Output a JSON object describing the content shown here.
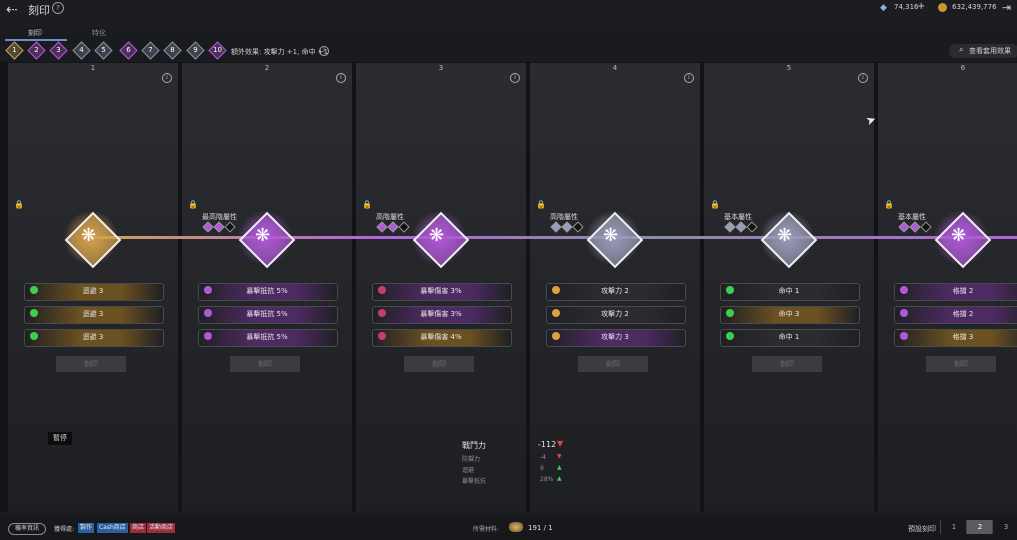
{
  "header": {
    "title": "刻印",
    "help": "?",
    "back_glyph": "⇠",
    "gems": "74,316",
    "gem_add": "+",
    "gold": "632,439,776",
    "exit_glyph": "⇥"
  },
  "tabs": [
    {
      "label": "刻印",
      "active": true
    },
    {
      "label": "特化",
      "active": false
    }
  ],
  "levels": [
    {
      "label": "1",
      "color": "#c9a35a"
    },
    {
      "label": "2",
      "color": "#b05ad6"
    },
    {
      "label": "3",
      "color": "#b05ad6"
    },
    {
      "label": "4",
      "color": "#8c90a6"
    },
    {
      "label": "5",
      "color": "#8c90a6"
    },
    {
      "label": "6",
      "color": "#b05ad6"
    },
    {
      "label": "7",
      "color": "#8c90a6"
    },
    {
      "label": "8",
      "color": "#8c90a6"
    },
    {
      "label": "9",
      "color": "#8c90a6"
    },
    {
      "label": "10",
      "color": "#b05ad6"
    }
  ],
  "bonus": "額外效果: 攻擊力 +1, 命中 +1",
  "set_view": "查看套用效果",
  "panels": [
    {
      "num": "1",
      "grade": "",
      "gem_color": "#d4a24c",
      "slots": [
        {
          "text": "迴避 3",
          "color": "#6b5020",
          "mark": "#3fcf4e"
        },
        {
          "text": "迴避 3",
          "color": "#6b5020",
          "mark": "#3fcf4e"
        },
        {
          "text": "迴避 3",
          "color": "#6b5020",
          "mark": "#3fcf4e"
        }
      ]
    },
    {
      "num": "2",
      "grade": "最高階屬性",
      "gem_color": "#b05ad6",
      "slots": [
        {
          "text": "暴擊抵抗 5%",
          "color": "#4e2a63",
          "mark": "#b05ad6"
        },
        {
          "text": "暴擊抵抗 5%",
          "color": "#4e2a63",
          "mark": "#b05ad6"
        },
        {
          "text": "暴擊抵抗 5%",
          "color": "#4e2a63",
          "mark": "#b05ad6"
        }
      ]
    },
    {
      "num": "3",
      "grade": "高階屬性",
      "gem_color": "#b05ad6",
      "slots": [
        {
          "text": "暴擊傷害 3%",
          "color": "#4e2a63",
          "mark": "#c04070"
        },
        {
          "text": "暴擊傷害 3%",
          "color": "#4e2a63",
          "mark": "#c04070"
        },
        {
          "text": "暴擊傷害 4%",
          "color": "#6b5020",
          "mark": "#c04070"
        }
      ]
    },
    {
      "num": "4",
      "grade": "高階屬性",
      "gem_color": "#9a9cb8",
      "slots": [
        {
          "text": "攻擊力 2",
          "color": "#2b2c30",
          "mark": "#e0a040"
        },
        {
          "text": "攻擊力 2",
          "color": "#2b2c30",
          "mark": "#e0a040"
        },
        {
          "text": "攻擊力 3",
          "color": "#4e2a63",
          "mark": "#e0a040"
        }
      ]
    },
    {
      "num": "5",
      "grade": "基本屬性",
      "gem_color": "#9a9cb8",
      "slots": [
        {
          "text": "命中 1",
          "color": "#2b2c30",
          "mark": "#3fcf4e"
        },
        {
          "text": "命中 3",
          "color": "#6b5020",
          "mark": "#3fcf4e"
        },
        {
          "text": "命中 1",
          "color": "#2b2c30",
          "mark": "#3fcf4e"
        }
      ]
    },
    {
      "num": "6",
      "grade": "基本屬性",
      "gem_color": "#b05ad6",
      "slots": [
        {
          "text": "格擋 2",
          "color": "#4e2a63",
          "mark": "#b05ad6"
        },
        {
          "text": "格擋 2",
          "color": "#4e2a63",
          "mark": "#b05ad6"
        },
        {
          "text": "格擋 3",
          "color": "#6b5020",
          "mark": "#b05ad6"
        }
      ]
    }
  ],
  "engrave_button": "刻印",
  "pause": "暫停",
  "stats": {
    "cp_label": "戰鬥力",
    "cp_value": "-112",
    "rows": [
      {
        "name": "防禦力",
        "value": "-4"
      },
      {
        "name": "迴避",
        "value": "9"
      },
      {
        "name": "暴擊抵抗",
        "value": "28%"
      }
    ]
  },
  "footer": {
    "probability": "機率資訊",
    "obtain": "獲得處:",
    "sources": [
      {
        "label": "製作",
        "bg": "#2c5f9e"
      },
      {
        "label": "Cash商店",
        "bg": "#2c5f9e"
      },
      {
        "label": "商店",
        "bg": "#9e2c3a"
      },
      {
        "label": "活動商店",
        "bg": "#9e2c3a"
      }
    ],
    "material_label": "所需材料:",
    "material_count": "191 / 1",
    "preset_label": "預設刻印",
    "presets": [
      "1",
      "2",
      "3"
    ]
  }
}
